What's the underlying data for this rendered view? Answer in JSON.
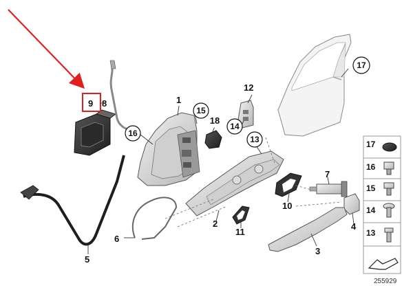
{
  "diagram": {
    "ref_number": "255929",
    "accent_color": "#e02020",
    "callouts": [
      {
        "id": "c1",
        "label": "1"
      },
      {
        "id": "c2",
        "label": "2"
      },
      {
        "id": "c3",
        "label": "3"
      },
      {
        "id": "c4",
        "label": "4"
      },
      {
        "id": "c5",
        "label": "5"
      },
      {
        "id": "c6",
        "label": "6"
      },
      {
        "id": "c7",
        "label": "7"
      },
      {
        "id": "c8",
        "label": "8"
      },
      {
        "id": "c9",
        "label": "9"
      },
      {
        "id": "c10",
        "label": "10"
      },
      {
        "id": "c11",
        "label": "11"
      },
      {
        "id": "c12",
        "label": "12"
      },
      {
        "id": "c13",
        "label": "13"
      },
      {
        "id": "c14",
        "label": "14"
      },
      {
        "id": "c15",
        "label": "15"
      },
      {
        "id": "c16",
        "label": "16"
      },
      {
        "id": "c17",
        "label": "17"
      },
      {
        "id": "c18",
        "label": "18"
      }
    ],
    "legend": [
      {
        "label": "17",
        "icon": "grommet-icon"
      },
      {
        "label": "16",
        "icon": "clip-nut-icon"
      },
      {
        "label": "15",
        "icon": "bolt-icon"
      },
      {
        "label": "14",
        "icon": "screw-icon"
      },
      {
        "label": "13",
        "icon": "screw-icon"
      }
    ]
  }
}
